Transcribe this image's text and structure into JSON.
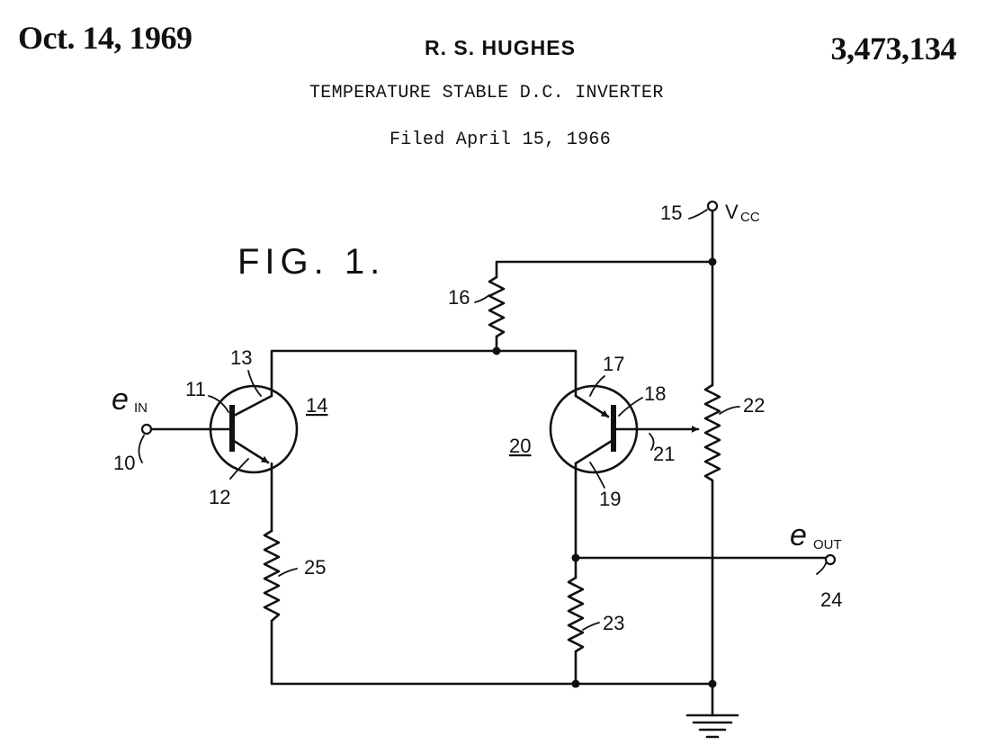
{
  "header": {
    "date": "Oct. 14, 1969",
    "inventor": "R. S. HUGHES",
    "patent_number": "3,473,134",
    "title": "TEMPERATURE STABLE D.C. INVERTER",
    "filed": "Filed April 15, 1966"
  },
  "figure": {
    "label": "FIG. 1.",
    "supply": "V",
    "supply_sub": "CC",
    "input": "e",
    "input_sub": "IN",
    "output": "e",
    "output_sub": "OUT",
    "refs": {
      "input_terminal": "10",
      "base_q1": "11",
      "emitter_q1": "12",
      "collector_q1": "13",
      "transistor_q1": "14",
      "supply_terminal": "15",
      "resistor_16": "16",
      "emitter_q2": "17",
      "base_q2": "18",
      "collector_q2": "19",
      "transistor_q2": "20",
      "wiper_21": "21",
      "potentiometer_22": "22",
      "resistor_23": "23",
      "output_terminal": "24",
      "resistor_25": "25"
    }
  }
}
